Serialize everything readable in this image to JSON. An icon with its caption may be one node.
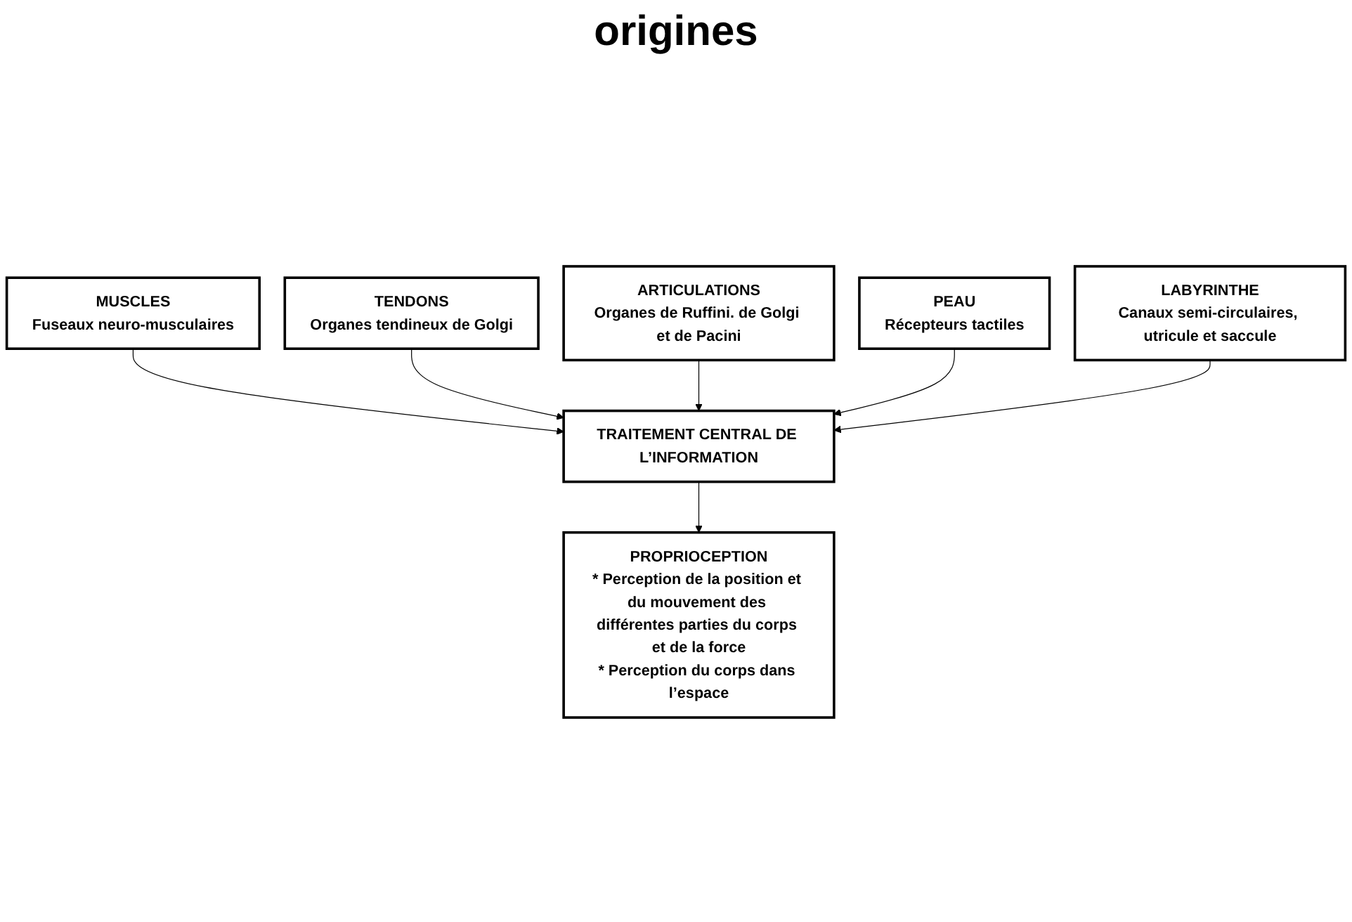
{
  "diagram": {
    "title": "origines",
    "nodes": [
      {
        "text": [
          "TENDONS",
          "Organes tendineux de Golgi"
        ]
      },
      {
        "text": [
          "MUSCLES",
          "Fuseaux neuro-musculaires"
        ]
      },
      {
        "text": [
          "ARTICULATIONS",
          "Organes de Ruffini. de Golgi et de Pacini"
        ]
      },
      {
        "text": [
          "TRAITEMENT CENTRAL DE L’INFORMATION"
        ]
      },
      {
        "text": [
          "PEAU",
          "Récepteurs tactiles"
        ]
      },
      {
        "text": [
          "LABYRINTHE",
          "Canaux semi-circulaires, utricule et saccule"
        ]
      },
      {
        "text": [
          "PROPRIOCEPTION",
          "* Perception de la position et du mouvement des différentes parties du corps et de la force",
          "* Perception du corps dans l’espace"
        ]
      }
    ],
    "edges": [
      {
        "from": 1,
        "to": 3,
        "arrow": "to"
      },
      {
        "from": 0,
        "to": 3,
        "arrow": "to"
      },
      {
        "from": 2,
        "to": 3,
        "arrow": "to"
      },
      {
        "from": 4,
        "to": 3,
        "arrow": "to"
      },
      {
        "from": 5,
        "to": 3,
        "arrow": "to"
      },
      {
        "from": 3,
        "to": 6,
        "arrow": "to"
      }
    ]
  }
}
